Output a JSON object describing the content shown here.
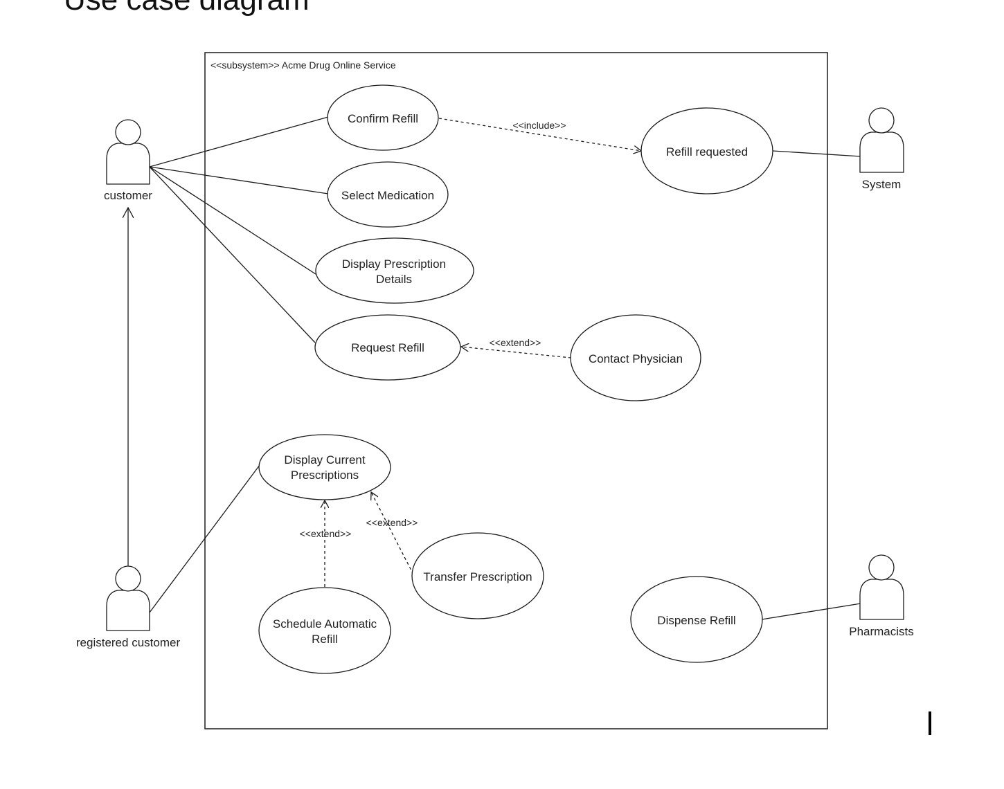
{
  "header": {
    "title_fragment": "Use case diagram"
  },
  "subsystem": {
    "title": "<<subsystem>> Acme Drug Online Service"
  },
  "actors": {
    "customer": "customer",
    "registered_customer": "registered customer",
    "system": "System",
    "pharmacists": "Pharmacists"
  },
  "use_cases": {
    "confirm_refill": [
      "Confirm Refill"
    ],
    "select_medication": [
      "Select Medication"
    ],
    "display_prescription_details": [
      "Display Prescription",
      "Details"
    ],
    "request_refill": [
      "Request Refill"
    ],
    "display_current_prescriptions": [
      "Display Current",
      "Prescriptions"
    ],
    "schedule_automatic_refill": [
      "Schedule Automatic",
      "Refill"
    ],
    "transfer_prescription": [
      "Transfer Prescription"
    ],
    "refill_requested": [
      "Refill requested"
    ],
    "contact_physician": [
      "Contact Physician"
    ],
    "dispense_refill": [
      "Dispense Refill"
    ]
  },
  "relations": {
    "include": "<<include>>",
    "extend_request": "<<extend>>",
    "extend_schedule": "<<extend>>",
    "extend_transfer": "<<extend>>"
  },
  "colors": {
    "line": "#1a1a1a",
    "fill": "#ffffff",
    "text": "#222222"
  }
}
